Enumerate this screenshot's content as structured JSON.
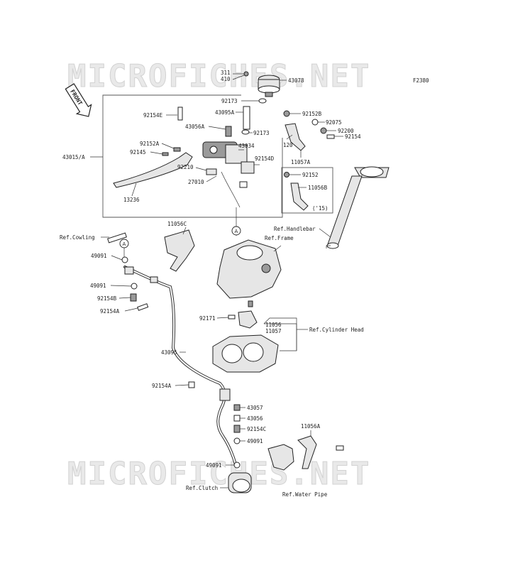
{
  "watermark": {
    "text": "MICROFICHES.NET"
  },
  "diagram_code": "F2380",
  "front_marker": "FRONT",
  "parts": {
    "p311": "311",
    "p410": "410",
    "p43078": "43078",
    "p92173a": "92173",
    "p43095A": "43095A",
    "p92173b": "92173",
    "p43056A": "43056A",
    "p92154E": "92154E",
    "p92152A": "92152A",
    "p92145": "92145",
    "p43015A": "43015/A",
    "p92210": "92210",
    "p43034": "43034",
    "p92154D": "92154D",
    "p27010": "27010",
    "p13236": "13236",
    "p92152B": "92152B",
    "p92075": "92075",
    "p92200": "92200",
    "p92154": "92154",
    "p120": "120",
    "p11057A": "11057A",
    "p92152": "92152",
    "p11056B": "11056B",
    "p15": "('15)",
    "p11056C": "11056C",
    "p49091a": "49091",
    "p49091b": "49091",
    "p92154B": "92154B",
    "p92154A_a": "92154A",
    "p92171": "92171",
    "p11056": "11056",
    "p11057": "11057",
    "p43095": "43095",
    "p92154A_b": "92154A",
    "p43057": "43057",
    "p43056": "43056",
    "p92154C": "92154C",
    "p49091c": "49091",
    "p49091d": "49091",
    "p11056A": "11056A",
    "circleA": "A"
  },
  "refs": {
    "cowling": "Ref.Cowling",
    "frame": "Ref.Frame",
    "handlebar": "Ref.Handlebar",
    "cylinder_head": "Ref.Cylinder Head",
    "clutch": "Ref.Clutch",
    "water_pipe": "Ref.Water Pipe"
  }
}
